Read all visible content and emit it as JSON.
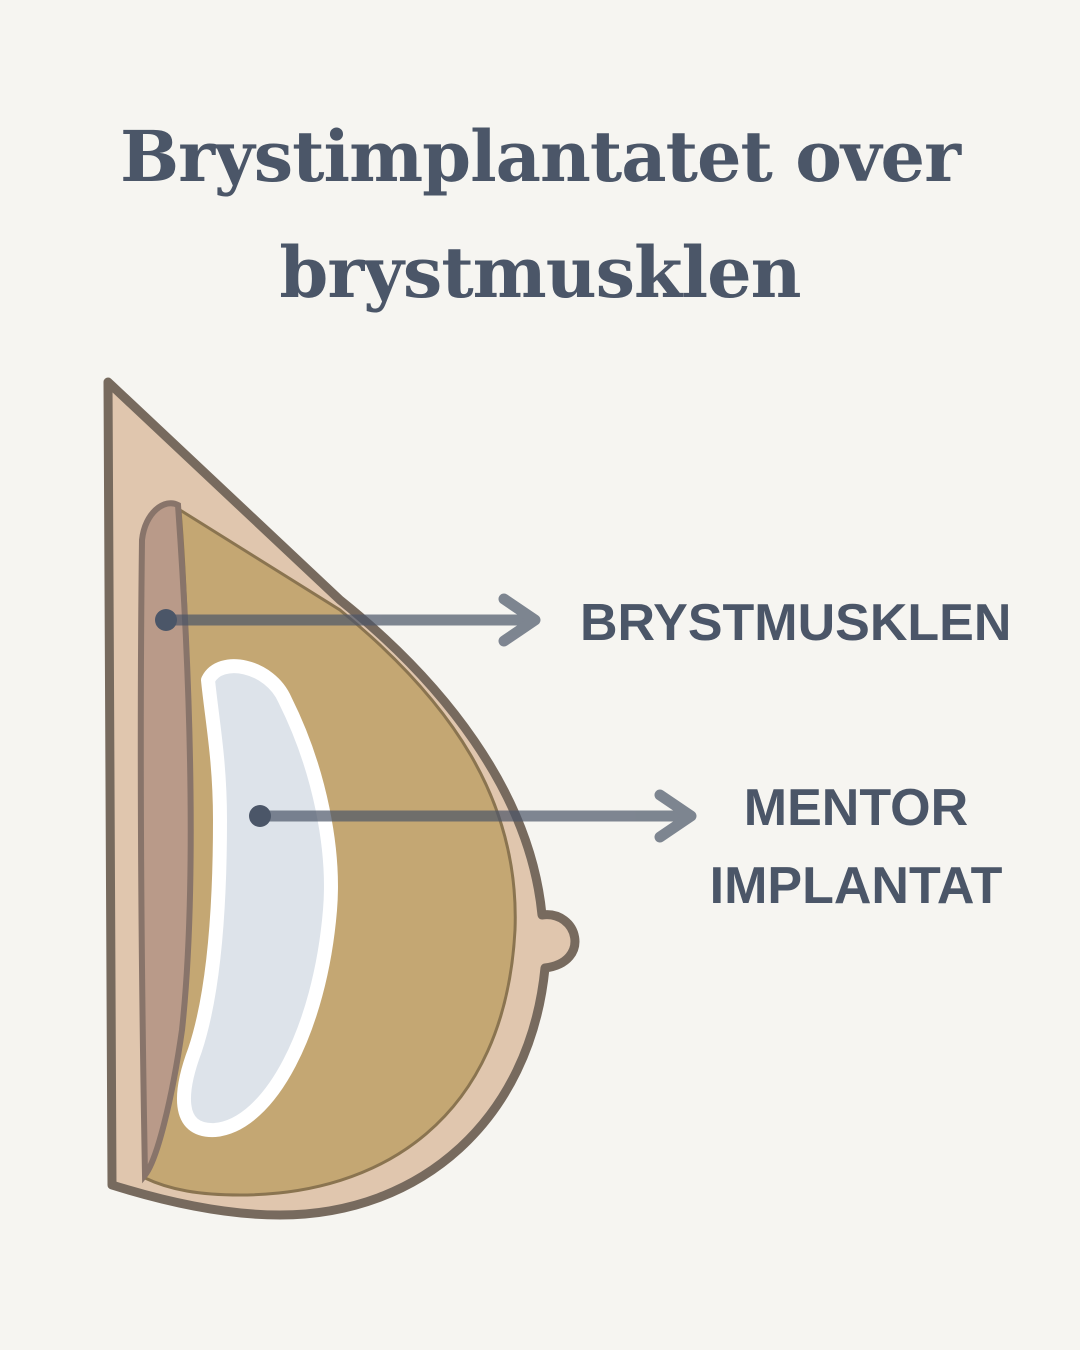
{
  "title": {
    "line1": "Brystimplantatet over",
    "line2": "brystmusklen"
  },
  "labels": {
    "muscle": "BRYSTMUSKLEN",
    "implant_line1": "MENTOR",
    "implant_line2": "IMPLANTAT"
  },
  "colors": {
    "text": "#4b5668",
    "background": "#f6f5f1",
    "skin": "#e0c6ae",
    "gland": "#c4a773",
    "muscle": "#b99a89",
    "implant": "#dde3ea"
  }
}
